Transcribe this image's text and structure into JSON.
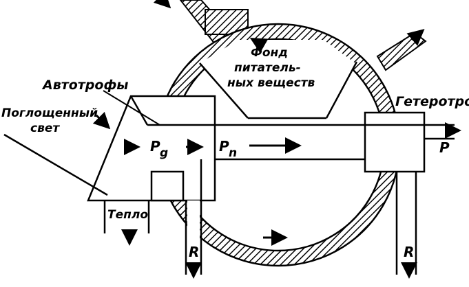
{
  "diagram": {
    "labels": {
      "autotrophs": "Автотрофы",
      "absorbed_light_line1": "Поглощенный",
      "absorbed_light_line2": "свет",
      "nutrient_pool_line1": "Фонд",
      "nutrient_pool_line2": "питатель-",
      "nutrient_pool_line3": "ных веществ",
      "heterotrophs": "Гетеротрофы",
      "heat": "Тепло",
      "pg": "P",
      "pg_sub": "g",
      "pn": "P",
      "pn_sub": "n",
      "p_out": "P",
      "r_autotrophs": "R",
      "r_heterotrophs": "R"
    },
    "colors": {
      "ink": "#000000",
      "background": "#ffffff"
    }
  }
}
